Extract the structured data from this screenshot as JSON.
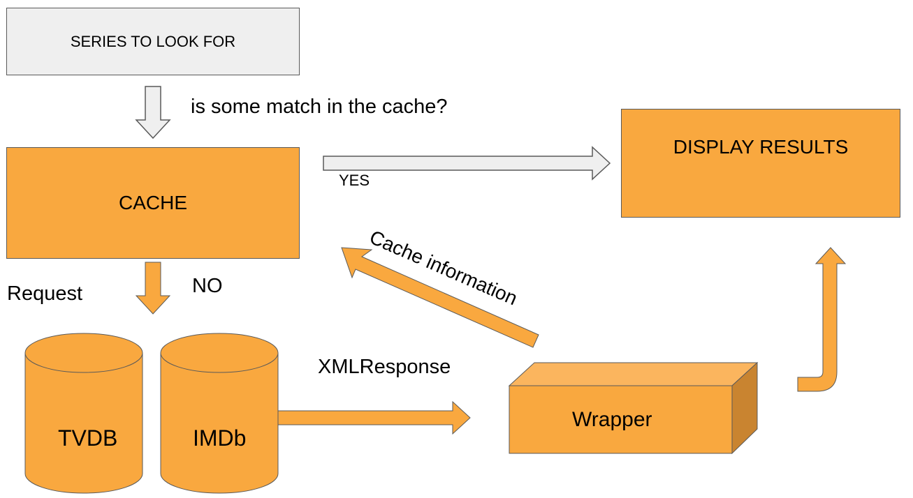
{
  "nodes": {
    "series": "SERIES TO LOOK FOR",
    "cache": "CACHE",
    "display": "DISPLAY RESULTS",
    "tvdb": "TVDB",
    "imdb": "IMDb",
    "wrapper": "Wrapper"
  },
  "edges": {
    "match_question": "is some match in the cache?",
    "yes": "YES",
    "no": "NO",
    "request": "Request",
    "xml_response": "XMLResponse",
    "cache_information": "Cache information"
  },
  "colors": {
    "orange": "#f9a83f",
    "orange_top": "#fbb55e",
    "orange_side": "#c98430",
    "gray_fill": "#efefef",
    "outline": "#595959"
  }
}
